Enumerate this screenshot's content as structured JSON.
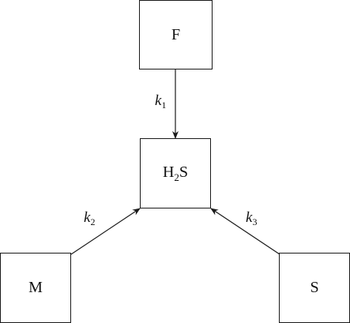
{
  "nodes": {
    "f": {
      "label": "F"
    },
    "h2s": {
      "label_main": "H",
      "label_sub": "2",
      "label_end": "S"
    },
    "m": {
      "label": "M"
    },
    "s": {
      "label": "S"
    }
  },
  "edges": {
    "k1": {
      "symbol": "k",
      "index": "1"
    },
    "k2": {
      "symbol": "k",
      "index": "2"
    },
    "k3": {
      "symbol": "k",
      "index": "3"
    }
  }
}
